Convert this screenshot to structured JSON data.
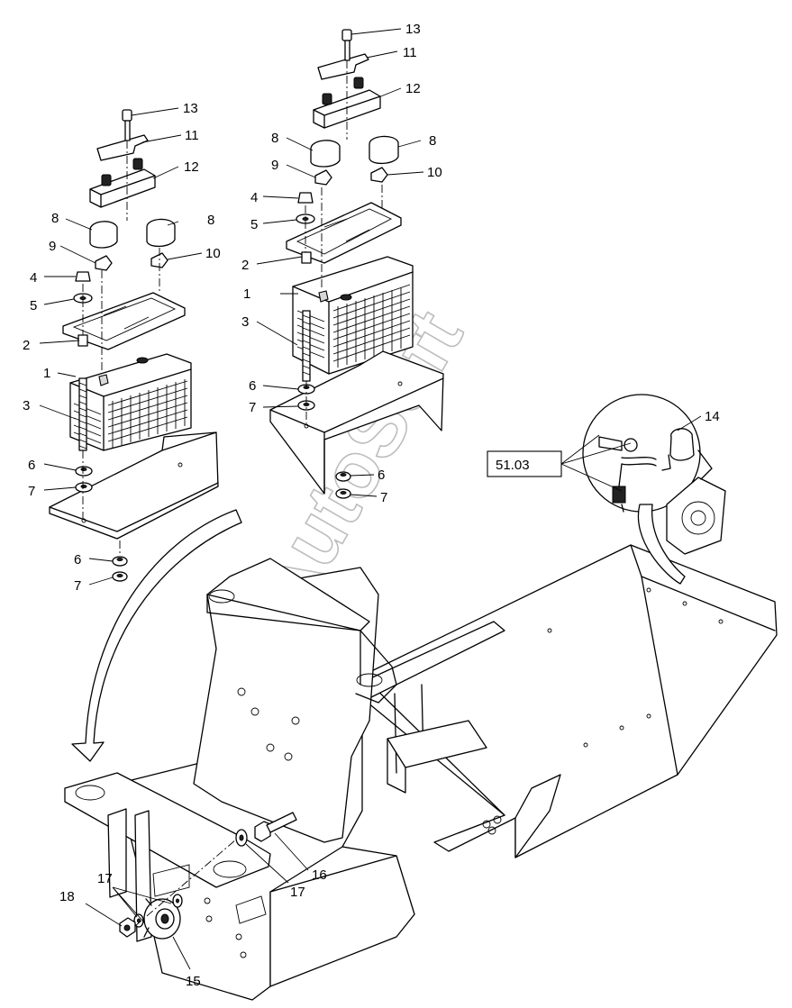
{
  "watermark": "AutoSoft",
  "reference_box": "51.03",
  "callouts": {
    "c1a": "1",
    "c2a": "2",
    "c3a": "3",
    "c4a": "4",
    "c5a": "5",
    "c6a": "6",
    "c7a": "7",
    "c6c": "6",
    "c7c": "7",
    "c8a": "8",
    "c8b": "8",
    "c9a": "9",
    "c10a": "10",
    "c11a": "11",
    "c12a": "12",
    "c13a": "13",
    "c1b": "1",
    "c2b": "2",
    "c3b": "3",
    "c4b": "4",
    "c5b": "5",
    "c6b": "6",
    "c7b": "7",
    "c6d": "6",
    "c7d": "7",
    "c8c": "8",
    "c8d": "8",
    "c9b": "9",
    "c10b": "10",
    "c11b": "11",
    "c12b": "12",
    "c13b": "13",
    "c14": "14",
    "c15": "15",
    "c16": "16",
    "c17a": "17",
    "c17b": "17",
    "c18": "18"
  }
}
